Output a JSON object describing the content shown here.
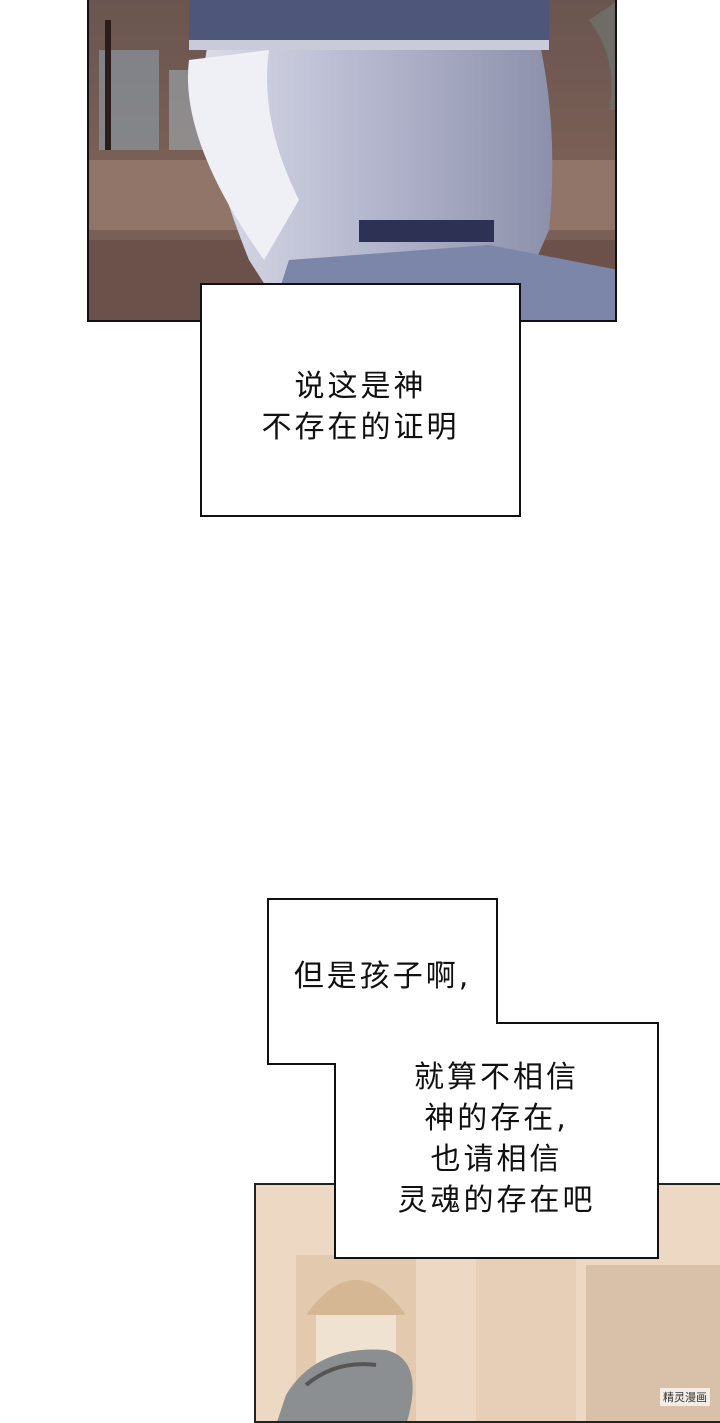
{
  "captions": {
    "first": {
      "lines": [
        "说这是神",
        "不存在的证明"
      ]
    },
    "second": {
      "line1": "但是孩子啊,"
    },
    "third": {
      "lines": [
        "就算不相信",
        "神的存在,",
        "也请相信",
        "灵魂的存在吧"
      ]
    }
  },
  "watermark": "精灵漫画"
}
